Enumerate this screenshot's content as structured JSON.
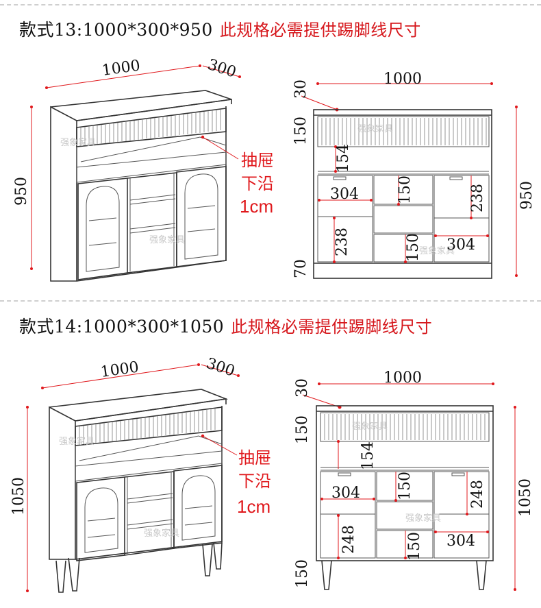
{
  "styles": [
    {
      "model": "款式13:1000*300*950",
      "requirement": "此规格必需提供踢脚线尺寸",
      "iso": {
        "width": "1000",
        "depth": "300",
        "height": "950"
      },
      "note": {
        "line1": "抽屉",
        "line2": "下沿",
        "line3": "1cm"
      },
      "front": {
        "width": "1000",
        "top": "30",
        "top_h": "150",
        "open_h": "154",
        "cell_w": "304",
        "drawer_h": "150",
        "cell_h": "238",
        "cell_h2": "238",
        "drawer_h2": "150",
        "cell_w2": "304",
        "height": "950",
        "plinth": "70"
      }
    },
    {
      "model": "款式14:1000*300*1050",
      "requirement": "此规格必需提供踢脚线尺寸",
      "iso": {
        "width": "1000",
        "depth": "300",
        "height": "1050"
      },
      "note": {
        "line1": "抽屉",
        "line2": "下沿",
        "line3": "1cm"
      },
      "front": {
        "width": "1000",
        "top": "30",
        "top_h": "150",
        "open_h": "154",
        "cell_w": "304",
        "drawer_h": "150",
        "cell_h": "248",
        "cell_h2": "248",
        "drawer_h2": "150",
        "cell_w2": "304",
        "height": "1050",
        "plinth": "150"
      }
    }
  ],
  "watermark": "强象家具"
}
